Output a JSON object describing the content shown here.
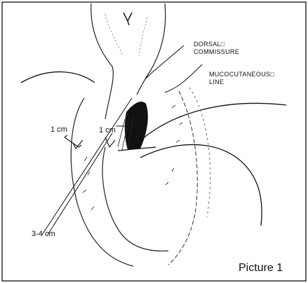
{
  "figure": {
    "caption": "Picture 1",
    "labels": {
      "dorsal_line1": "DORSAL□",
      "dorsal_line2": "COMMISSURE",
      "muco_line1": "MUCOCUTANEOUS□",
      "muco_line2": "LINE",
      "measure_left": "1 cm",
      "measure_center": "1 cm",
      "measure_lower": "3-4 cm"
    }
  }
}
